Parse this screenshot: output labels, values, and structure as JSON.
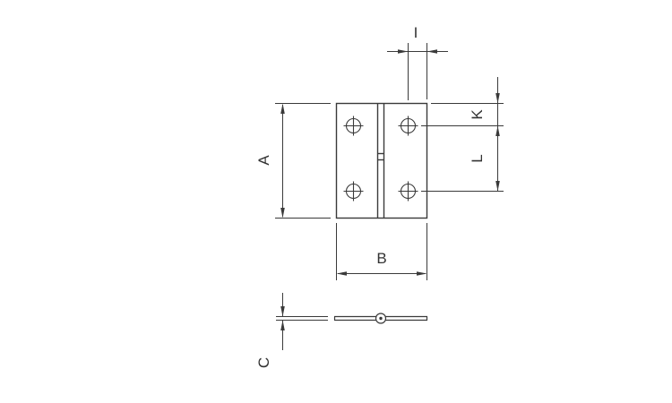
{
  "drawing": {
    "kind": "technical-drawing",
    "dimension_labels": {
      "A": "A",
      "B": "B",
      "C": "C",
      "I": "I",
      "K": "K",
      "L": "L"
    },
    "colors": {
      "line": "#3a3a3a",
      "background": "#ffffff"
    }
  }
}
